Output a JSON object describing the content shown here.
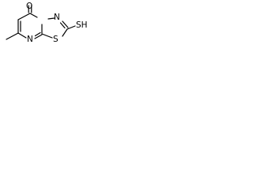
{
  "molecule": {
    "atoms": {
      "carbonyl_oxygen": "O",
      "ring_nitrogen_bottom": "N",
      "ring_nitrogen_right": "N",
      "ring_sulfur": "S",
      "thiol_group": "SH",
      "methyl_group": ""
    },
    "colors": {
      "bond": "#000000",
      "text": "#000000",
      "background": "#ffffff"
    }
  }
}
